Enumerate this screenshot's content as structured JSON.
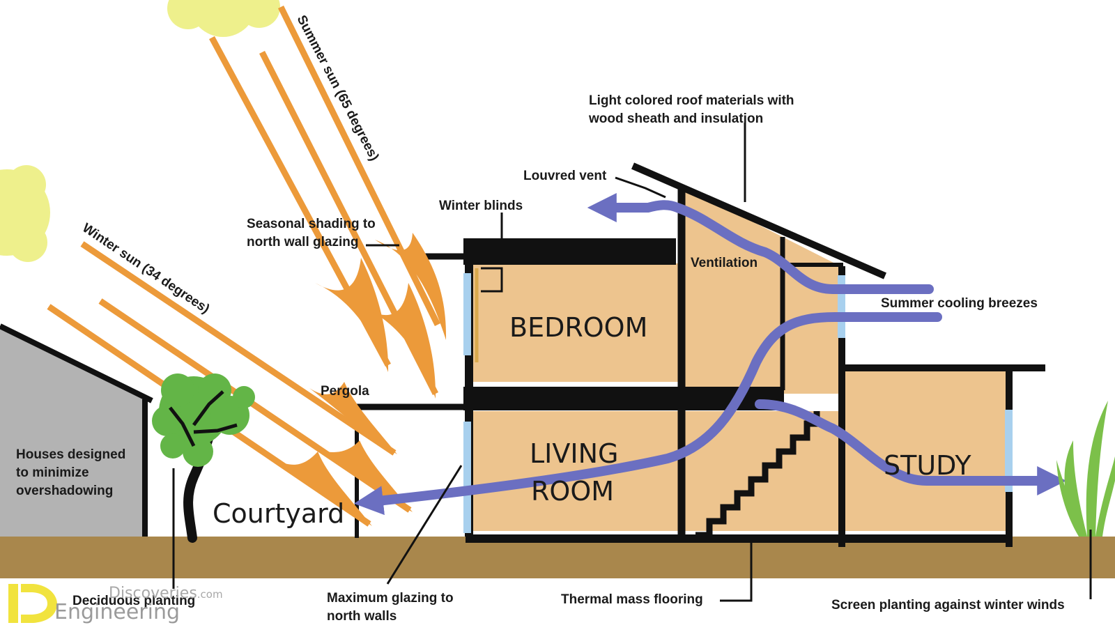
{
  "labels": {
    "summer_sun": "Summer sun (65 degrees)",
    "winter_sun": "Winter sun (34 degrees)",
    "seasonal_shading_1": "Seasonal shading to",
    "seasonal_shading_2": "north wall glazing",
    "winter_blinds": "Winter blinds",
    "louvred_vent": "Louvred vent",
    "roof_1": "Light colored roof materials with",
    "roof_2": "wood sheath and insulation",
    "ventilation": "Ventilation",
    "summer_breezes": "Summer cooling breezes",
    "pergola": "Pergola",
    "houses_1": "Houses designed",
    "houses_2": "to minimize",
    "houses_3": "overshadowing",
    "deciduous": "Deciduous planting",
    "max_glazing_1": "Maximum glazing to",
    "max_glazing_2": "north walls",
    "thermal_mass": "Thermal mass flooring",
    "screen_planting": "Screen planting against winter winds"
  },
  "rooms": {
    "bedroom": "BEDROOM",
    "living_1": "LIVING",
    "living_2": "ROOM",
    "study": "STUDY",
    "courtyard": "Courtyard"
  },
  "watermark": {
    "line1": "Discoveries",
    "suffix": ".com",
    "line2": "Engineering"
  },
  "colors": {
    "sun_ray": "#ec9a3a",
    "airflow": "#6b6fc1",
    "room_fill": "#edc48e",
    "ground": "#a9874c",
    "glazing": "#a8d0ee",
    "sun": "#eef08c",
    "neighbour_house": "#b3b3b3",
    "tree_leaves": "#63b547",
    "grass": "#7cc04a"
  }
}
